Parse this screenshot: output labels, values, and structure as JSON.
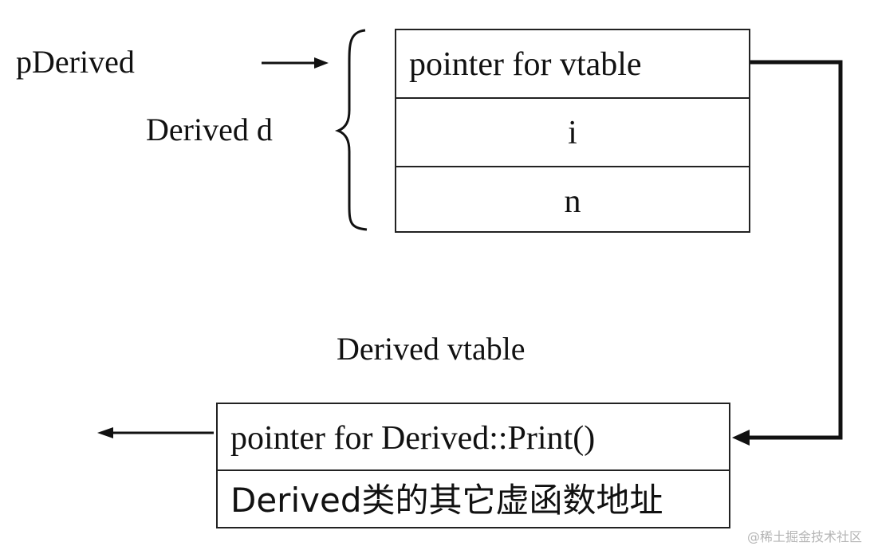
{
  "pointer_label": "pDerived",
  "object_label": "Derived d",
  "object_fields": [
    "pointer for vtable",
    "i",
    "n"
  ],
  "vtable_title": "Derived vtable",
  "vtable_entries": [
    "pointer for Derived::Print()",
    "Derived类的其它虚函数地址"
  ],
  "watermark": "@稀土掘金技术社区"
}
